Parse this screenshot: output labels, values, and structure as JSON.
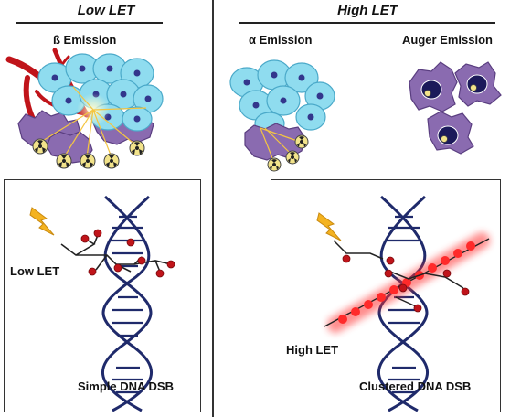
{
  "left": {
    "header": "Low LET",
    "emission_label": "ß Emission",
    "panel_label": "Low LET",
    "caption": "Simple DNA DSB"
  },
  "right": {
    "header": "High LET",
    "alpha_label": "α Emission",
    "auger_label": "Auger Emission",
    "panel_label": "High LET",
    "caption": "Clustered DNA DSB"
  },
  "colors": {
    "cell_fill": "#8fdcef",
    "cell_edge": "#4aa9c9",
    "nucleus": "#33368c",
    "tumor_cell": "#8a6bb0",
    "tumor_edge": "#5a3e80",
    "vessel": "#c0141a",
    "radionuclide": "#f2e38a",
    "dna_strand": "#1f2a6b",
    "damage_dot": "#c0141a",
    "high_let_track": "#ff2020",
    "lightning": "#f4b321"
  },
  "icons": {
    "lightning": "lightning-bolt-icon",
    "radiation": "radiation-trefoil-icon"
  }
}
